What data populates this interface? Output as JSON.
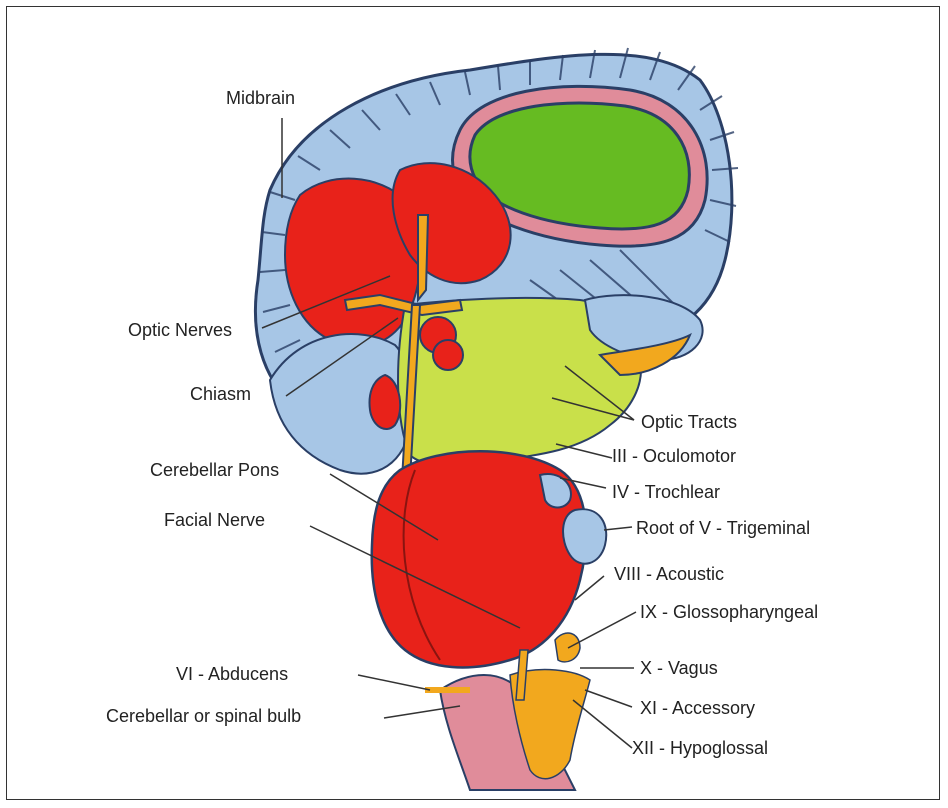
{
  "labels": {
    "midbrain": "Midbrain",
    "optic_nerves": "Optic Nerves",
    "chiasm": "Chiasm",
    "cerebellar_pons": "Cerebellar Pons",
    "facial_nerve": "Facial Nerve",
    "abducens": "VI - Abducens",
    "spinal_bulb": "Cerebellar or spinal bulb",
    "optic_tracts": "Optic Tracts",
    "oculomotor": "III - Oculomotor",
    "trochlear": "IV - Trochlear",
    "trigeminal": "Root of V - Trigeminal",
    "acoustic": "VIII - Acoustic",
    "glossopharyngeal": "IX - Glossopharyngeal",
    "vagus": "X - Vagus",
    "accessory": "XI - Accessory",
    "hypoglossal": "XII - Hypoglossal"
  },
  "colors": {
    "blue": "#a7c6e6",
    "red": "#e8221a",
    "green": "#66bb22",
    "yellow_green": "#c9e04a",
    "orange": "#f2a81e",
    "pink": "#e08c9a",
    "outline": "#2a3f66"
  }
}
